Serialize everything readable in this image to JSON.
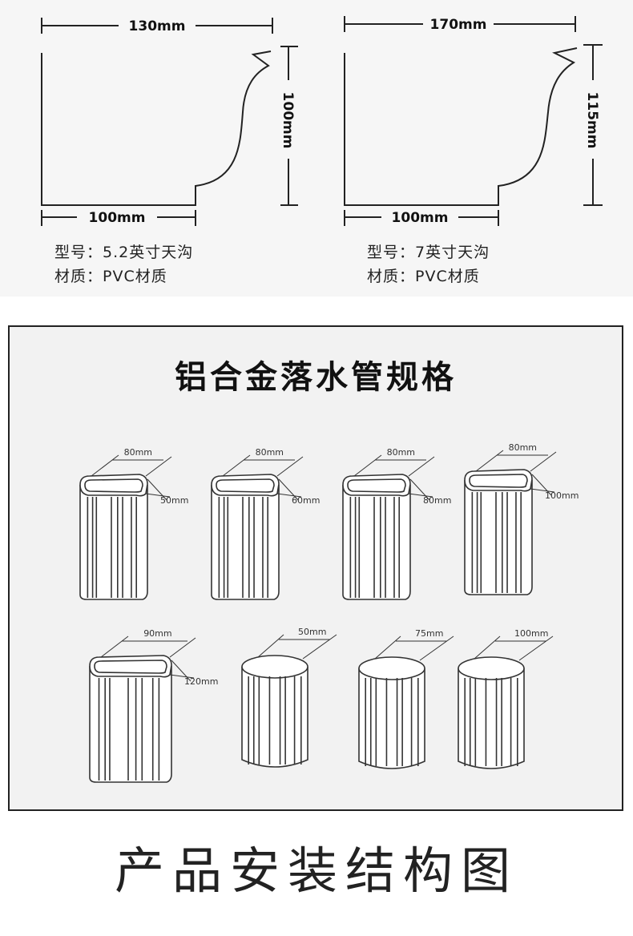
{
  "gutters": [
    {
      "width_top": "130mm",
      "height": "100mm",
      "width_bottom": "100mm",
      "model_line": "型号：5.2英寸天沟",
      "material_line": "材质：PVC材质"
    },
    {
      "width_top": "170mm",
      "height": "115mm",
      "width_bottom": "100mm",
      "model_line": "型号：7英寸天沟",
      "material_line": "材质：PVC材质"
    }
  ],
  "pipe_panel": {
    "title": "铝合金落水管规格",
    "pipes": [
      {
        "shape": "square",
        "dim_a": "80mm",
        "dim_b": "50mm"
      },
      {
        "shape": "square",
        "dim_a": "80mm",
        "dim_b": "60mm"
      },
      {
        "shape": "square",
        "dim_a": "80mm",
        "dim_b": "80mm"
      },
      {
        "shape": "square",
        "dim_a": "80mm",
        "dim_b": "100mm"
      },
      {
        "shape": "square",
        "dim_a": "90mm",
        "dim_b": "120mm"
      },
      {
        "shape": "round",
        "dim_a": "50mm"
      },
      {
        "shape": "round",
        "dim_a": "75mm"
      },
      {
        "shape": "round",
        "dim_a": "100mm"
      }
    ]
  },
  "footer": {
    "title": "产品安装结构图"
  }
}
